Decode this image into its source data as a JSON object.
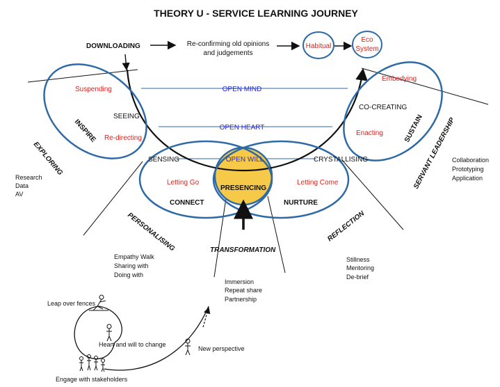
{
  "title": "THEORY U - SERVICE LEARNING JOURNEY",
  "top": {
    "downloading": "DOWNLOADING",
    "reconfirm": [
      "Re-confirming old opinions",
      "and judgements"
    ],
    "habitual": "Habitual",
    "eco": [
      "Eco",
      "System"
    ]
  },
  "u_labels": {
    "open_mind": "OPEN MIND",
    "open_heart": "OPEN HEART",
    "open_will": "OPEN WILL",
    "presencing": "PRESENCING",
    "seeing": "SEEING",
    "sensing": "SENSING",
    "crystallising": "CRYSTALLISING",
    "co_creating": "CO-CREATING",
    "suspending": "Suspending",
    "redirecting": "Re-directing",
    "letting_go": "Letting Go",
    "letting_come": "Letting Come",
    "embodying": "Embodying",
    "enacting": "Enacting",
    "connect": "CONNECT",
    "nurture": "NURTURE",
    "inspire": "INSPIRE",
    "sustain": "SUSTAIN"
  },
  "sides": {
    "exploring": "EXPLORING",
    "servant_leadership": "SERVANT LEADERSHIP",
    "personalising": "PERSONALISING",
    "reflection": "REFLECTION",
    "transformation": "TRANSFORMATION"
  },
  "lists": {
    "left": [
      "Research",
      "Data",
      "AV"
    ],
    "right": [
      "Collaboration",
      "Prototyping",
      "Application"
    ],
    "personalising": [
      "Empathy Walk",
      "Sharing with",
      "Doing with"
    ],
    "transformation": [
      "Immersion",
      "Repeat share",
      "Partnership"
    ],
    "reflection": [
      "Stillness",
      "Mentoring",
      "De-brief"
    ]
  },
  "journey": {
    "leap": "Leap over fences",
    "heart": "Heart and will to change",
    "engage": "Engage with stakeholders",
    "perspective": "New perspective"
  },
  "colors": {
    "ellipse": "#2e6aa6",
    "presencing_fill": "#f7c948",
    "red": "#e0201b",
    "blue": "#2a2ad0"
  }
}
